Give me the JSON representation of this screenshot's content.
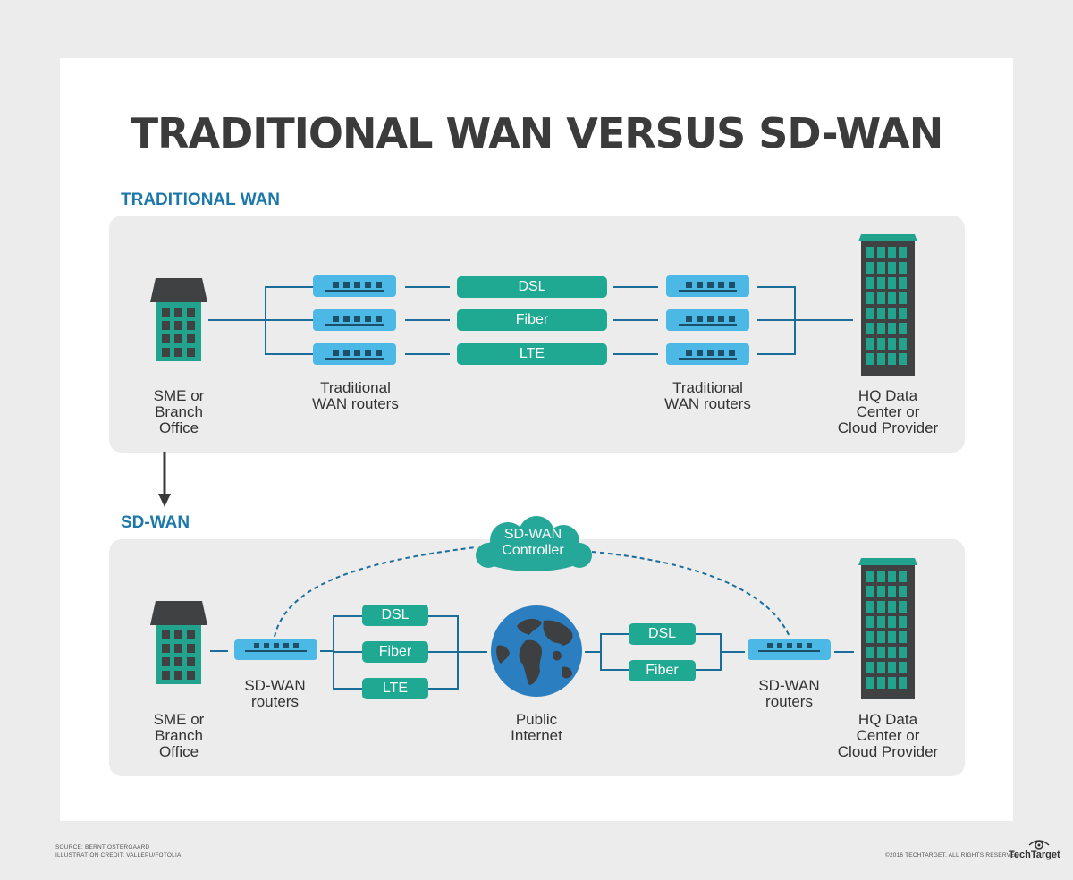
{
  "title": "TRADITIONAL WAN VERSUS SD-WAN",
  "traditional": {
    "heading": "TRADITIONAL WAN",
    "branch_label": "SME or\nBranch\nOffice",
    "routers_left_label": "Traditional\nWAN routers",
    "routers_right_label": "Traditional\nWAN routers",
    "links": [
      "DSL",
      "Fiber",
      "LTE"
    ],
    "hq_label": "HQ Data\nCenter or\nCloud Provider"
  },
  "sdwan": {
    "heading": "SD-WAN",
    "controller_label": "SD-WAN\nController",
    "branch_label": "SME or\nBranch\nOffice",
    "routers_left_label": "SD-WAN\nrouters",
    "links_left": [
      "DSL",
      "Fiber",
      "LTE"
    ],
    "internet_label": "Public\nInternet",
    "links_right": [
      "DSL",
      "Fiber"
    ],
    "routers_right_label": "SD-WAN\nrouters",
    "hq_label": "HQ Data\nCenter or\nCloud Provider"
  },
  "footer": {
    "source": "SOURCE: BERNT OSTERGAARD",
    "credit": "ILLUSTRATION CREDIT: VALLEPU/FOTOLIA",
    "copyright": "©2016 TECHTARGET. ALL RIGHTS RESERVED",
    "logo": "TechTarget"
  },
  "colors": {
    "accent_blue": "#1c78aa",
    "router_blue": "#4bb8e6",
    "link_teal": "#1fa892",
    "building_teal": "#21a38d",
    "dark_gray": "#3f4142",
    "cloud_teal": "#25a899",
    "globe_blue": "#2b7fc0"
  }
}
